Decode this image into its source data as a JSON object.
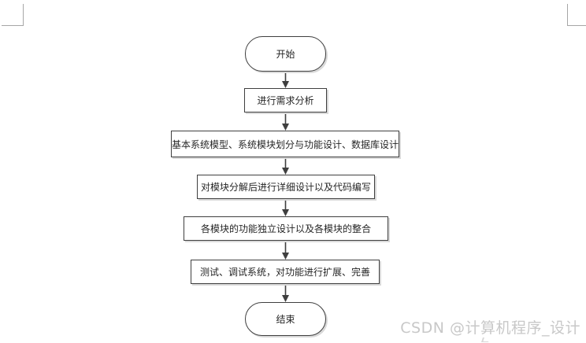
{
  "theme": {
    "background": "#ffffff",
    "stroke": "#3f3f3f",
    "shadow": "#d9d9d9",
    "text": "#262626",
    "mark": "#a6a6a6",
    "watermark_color": "#c8c8c8"
  },
  "watermark": {
    "text": "CSDN @计算机程序_设计"
  },
  "flowchart": {
    "nodes": [
      {
        "id": "start",
        "type": "terminator",
        "label": "开始"
      },
      {
        "id": "requirements",
        "type": "process",
        "label": "进行需求分析"
      },
      {
        "id": "system-design",
        "type": "process",
        "label": "基本系统模型、系统模块划分与功能设计、数据库设计"
      },
      {
        "id": "detailed-design",
        "type": "process",
        "label": "对模块分解后进行详细设计以及代码编写"
      },
      {
        "id": "module-integration",
        "type": "process",
        "label": "各模块的功能独立设计以及各模块的整合"
      },
      {
        "id": "testing",
        "type": "process",
        "label": "测试、调试系统，对功能进行扩展、完善"
      },
      {
        "id": "end",
        "type": "terminator",
        "label": "结束"
      }
    ],
    "edges": [
      {
        "from": "start",
        "to": "requirements"
      },
      {
        "from": "requirements",
        "to": "system-design"
      },
      {
        "from": "system-design",
        "to": "detailed-design"
      },
      {
        "from": "detailed-design",
        "to": "module-integration"
      },
      {
        "from": "module-integration",
        "to": "testing"
      },
      {
        "from": "testing",
        "to": "end"
      }
    ]
  }
}
